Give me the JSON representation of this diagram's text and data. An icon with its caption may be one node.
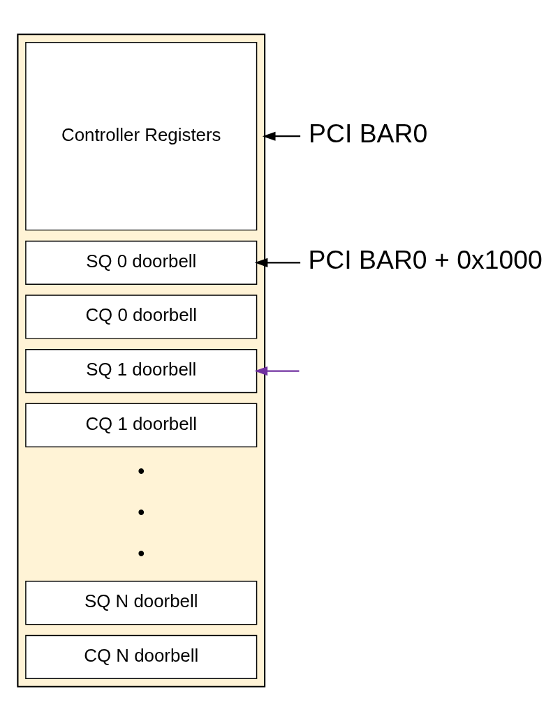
{
  "diagram": {
    "nodes": [
      {
        "text": [],
        "shape": "box"
      },
      {
        "text": [
          "Controller Registers"
        ],
        "in": 0
      },
      {
        "text": [
          "SQ 0 doorbell"
        ],
        "in": 0
      },
      {
        "text": [
          "CQ 0 doorbell"
        ],
        "in": 0
      },
      {
        "text": [
          "SQ 1 doorbell"
        ],
        "in": 0
      },
      {
        "text": [
          "CQ 1 doorbell"
        ],
        "in": 0
      },
      {
        "text": [
          "SQ N doorbell"
        ],
        "in": 0
      },
      {
        "text": [
          "CQ N doorbell"
        ],
        "in": 0
      },
      {
        "text": [
          "PCI BAR0"
        ]
      },
      {
        "text": [
          "PCI BAR0 + 0x1000"
        ]
      }
    ],
    "edges": [
      {
        "from": 8,
        "to": 0,
        "arrow": "to"
      },
      {
        "from": 9,
        "to": 2,
        "arrow": "to"
      },
      {
        "from": null,
        "to": 4,
        "arrow": "to",
        "color": "#7030a0"
      }
    ],
    "labels": [
      "•",
      "•",
      "•"
    ]
  }
}
